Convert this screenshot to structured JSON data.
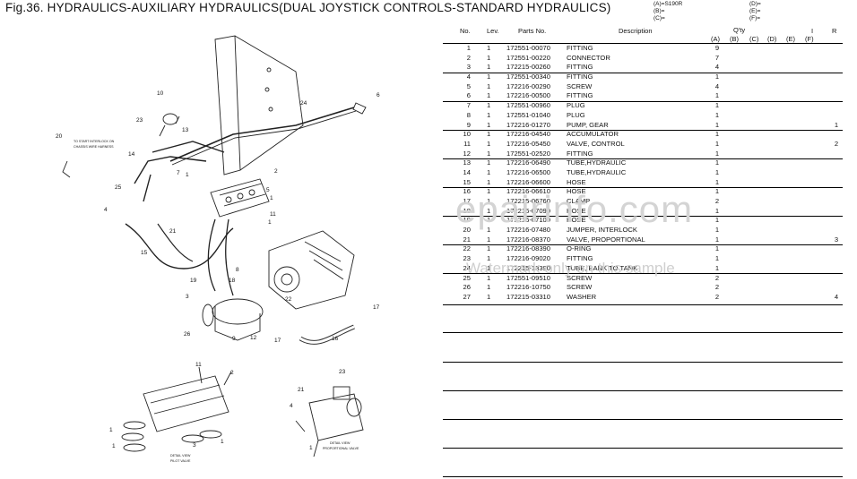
{
  "figure_title": "Fig.36.  HYDRAULICS-AUXILIARY HYDRAULICS(DUAL JOYSTICK CONTROLS-STANDARD HYDRAULICS)",
  "model_legend": {
    "left": [
      "(A)=S190R",
      "(B)=",
      "(C)="
    ],
    "right": [
      "(D)=",
      "(E)=",
      "(F)="
    ]
  },
  "table_headers": {
    "no": "No.",
    "lev": "Lev.",
    "parts_no": "Parts No.",
    "description": "Description",
    "qty": "Q'ty",
    "i": "I",
    "r": "R",
    "cols": [
      "(A)",
      "(B)",
      "(C)",
      "(D)",
      "(E)",
      "(F)"
    ]
  },
  "parts": [
    {
      "no": "1",
      "lev": "1",
      "pn": "172551-00070",
      "desc": "FITTING",
      "qty": "9",
      "r": ""
    },
    {
      "no": "2",
      "lev": "1",
      "pn": "172551-00220",
      "desc": "CONNECTOR",
      "qty": "7",
      "r": ""
    },
    {
      "no": "3",
      "lev": "1",
      "pn": "172215-00260",
      "desc": "FITTING",
      "qty": "4",
      "r": ""
    },
    {
      "no": "4",
      "lev": "1",
      "pn": "172551-00340",
      "desc": "FITTING",
      "qty": "1",
      "r": ""
    },
    {
      "no": "5",
      "lev": "1",
      "pn": "172216-00290",
      "desc": "SCREW",
      "qty": "4",
      "r": ""
    },
    {
      "no": "6",
      "lev": "1",
      "pn": "172216-00500",
      "desc": "FITTING",
      "qty": "1",
      "r": ""
    },
    {
      "no": "7",
      "lev": "1",
      "pn": "172551-00960",
      "desc": "PLUG",
      "qty": "1",
      "r": ""
    },
    {
      "no": "8",
      "lev": "1",
      "pn": "172551-01040",
      "desc": "PLUG",
      "qty": "1",
      "r": ""
    },
    {
      "no": "9",
      "lev": "1",
      "pn": "172216-01270",
      "desc": "PUMP, GEAR",
      "qty": "1",
      "r": "1"
    },
    {
      "no": "10",
      "lev": "1",
      "pn": "172216-04540",
      "desc": "ACCUMULATOR",
      "qty": "1",
      "r": ""
    },
    {
      "no": "11",
      "lev": "1",
      "pn": "172216-05450",
      "desc": "VALVE, CONTROL",
      "qty": "1",
      "r": "2"
    },
    {
      "no": "12",
      "lev": "1",
      "pn": "172551-02520",
      "desc": "FITTING",
      "qty": "1",
      "r": ""
    },
    {
      "no": "13",
      "lev": "1",
      "pn": "172216-06490",
      "desc": "TUBE,HYDRAULIC",
      "qty": "1",
      "r": ""
    },
    {
      "no": "14",
      "lev": "1",
      "pn": "172216-06500",
      "desc": "TUBE,HYDRAULIC",
      "qty": "1",
      "r": ""
    },
    {
      "no": "15",
      "lev": "1",
      "pn": "172216-06600",
      "desc": "HOSE",
      "qty": "1",
      "r": ""
    },
    {
      "no": "16",
      "lev": "1",
      "pn": "172216-06610",
      "desc": "HOSE",
      "qty": "1",
      "r": ""
    },
    {
      "no": "17",
      "lev": "1",
      "pn": "172215-06760",
      "desc": "CLAMP",
      "qty": "2",
      "r": ""
    },
    {
      "no": "18",
      "lev": "1",
      "pn": "172216-07090",
      "desc": "HOSE",
      "qty": "1",
      "r": ""
    },
    {
      "no": "19",
      "lev": "1",
      "pn": "172216-07100",
      "desc": "HOSE",
      "qty": "1",
      "r": ""
    },
    {
      "no": "20",
      "lev": "1",
      "pn": "172216-07480",
      "desc": "JUMPER, INTERLOCK",
      "qty": "1",
      "r": ""
    },
    {
      "no": "21",
      "lev": "1",
      "pn": "172216-08370",
      "desc": "VALVE, PROPORTIONAL",
      "qty": "1",
      "r": "3"
    },
    {
      "no": "22",
      "lev": "1",
      "pn": "172216-08390",
      "desc": "O-RING",
      "qty": "1",
      "r": ""
    },
    {
      "no": "23",
      "lev": "1",
      "pn": "172216-09020",
      "desc": "FITTING",
      "qty": "1",
      "r": ""
    },
    {
      "no": "24",
      "lev": "1",
      "pn": "172215-13390",
      "desc": "TUBE, BANK TO TANK",
      "qty": "1",
      "r": ""
    },
    {
      "no": "25",
      "lev": "1",
      "pn": "172551-09510",
      "desc": "SCREW",
      "qty": "2",
      "r": ""
    },
    {
      "no": "26",
      "lev": "1",
      "pn": "172216-10750",
      "desc": "SCREW",
      "qty": "2",
      "r": ""
    },
    {
      "no": "27",
      "lev": "1",
      "pn": "172215-03310",
      "desc": "WASHER",
      "qty": "2",
      "r": "4"
    }
  ],
  "watermark": "epairinfo.com",
  "watermark_note": "Watermark only on this sample",
  "diagram": {
    "callouts": [
      "1",
      "2",
      "3",
      "4",
      "5",
      "6",
      "7",
      "8",
      "9",
      "10",
      "11",
      "12",
      "13",
      "14",
      "15",
      "16",
      "17",
      "18",
      "19",
      "20",
      "21",
      "22",
      "23",
      "24",
      "25",
      "26"
    ],
    "interlock_note_line1": "TO START INTERLOCK ON",
    "interlock_note_line2": "CHASSIS WIRE HARNESS",
    "pilot_view_line1": "DETAIL VIEW",
    "pilot_view_line2": "PILOT VALVE",
    "prop_view_line1": "DETAIL VIEW",
    "prop_view_line2": "PROPORTIONAL VALVE"
  }
}
